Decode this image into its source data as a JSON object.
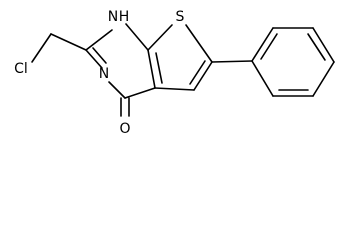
{
  "molecule": {
    "atoms": {
      "cl": "Cl",
      "nh_n": "N",
      "nh_h": "H",
      "n3": "N",
      "o": "O",
      "s": "S"
    }
  }
}
